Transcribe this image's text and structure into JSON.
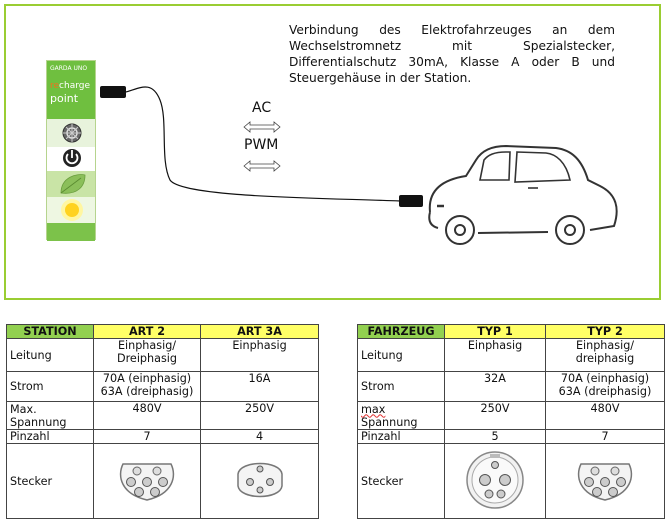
{
  "diagram": {
    "station_brand": "GARDA UNO",
    "station_logo_line1_a": "re",
    "station_logo_line1_b": "charge",
    "station_logo_line2": "point",
    "description": "Verbindung des Elektrofahrzeuges an dem Wechselstromnetz mit Spezialstecker, Differentialschutz 30mA, Klasse A oder B und Steuergehäuse in der Station.",
    "signal_ac": "AC",
    "signal_pwm": "PWM",
    "colors": {
      "frame": "#9acd32",
      "station": "#dbeec8",
      "table_header": "#ffff66",
      "table_corner": "#92d050"
    }
  },
  "station_table": {
    "headers": [
      "STATION",
      "ART 2",
      "ART 3A"
    ],
    "rows": [
      {
        "label": "Leitung",
        "values": [
          "Einphasig/\nDreiphasig",
          "Einphasig"
        ]
      },
      {
        "label": "Strom",
        "values": [
          "70A (einphasig)\n63A (dreiphasig)",
          "16A"
        ]
      },
      {
        "label": "Max.\nSpannung",
        "values": [
          "480V",
          "250V"
        ]
      },
      {
        "label": "Pinzahl",
        "values": [
          "7",
          "4"
        ]
      },
      {
        "label": "Stecker",
        "values": [
          "",
          ""
        ]
      }
    ],
    "plug_icons": [
      "type2-plug-icon",
      "type3a-plug-icon"
    ]
  },
  "vehicle_table": {
    "headers": [
      "FAHRZEUG",
      "TYP 1",
      "TYP 2"
    ],
    "rows": [
      {
        "label": "Leitung",
        "values": [
          "Einphasig",
          "Einphasig/\ndreiphasig"
        ]
      },
      {
        "label": "Strom",
        "values": [
          "32A",
          "70A (einphasig)\n63A (dreiphasig)"
        ]
      },
      {
        "label_a": "max",
        "label_b": "Spannung",
        "values": [
          "250V",
          "480V"
        ]
      },
      {
        "label": "Pinzahl",
        "values": [
          "5",
          "7"
        ]
      },
      {
        "label": "Stecker",
        "values": [
          "",
          ""
        ]
      }
    ],
    "plug_icons": [
      "type1-plug-icon",
      "type2-plug-icon"
    ]
  }
}
